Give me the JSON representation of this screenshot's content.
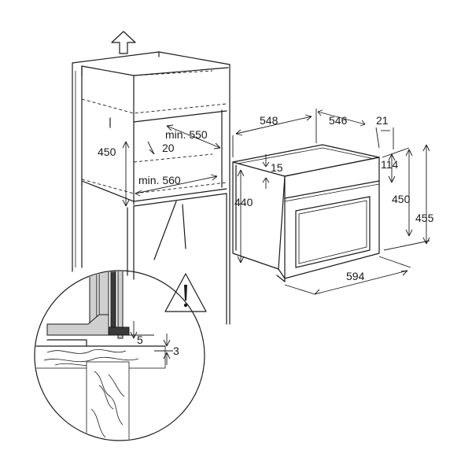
{
  "colors": {
    "line": "#1a1a1a",
    "panel": "#cfcfcf",
    "background": "#ffffff"
  },
  "icons": {
    "up_arrow": "up-arrow-icon",
    "warning": "warning-triangle-icon"
  },
  "cabinet_dimensions": {
    "min_width_top": "min. 550",
    "gap": "20",
    "niche_height": "450",
    "min_width_bottom": "min. 560"
  },
  "oven_dimensions": {
    "depth_total": "548",
    "depth_body": "546",
    "front_offset": "21",
    "top_offset": "15",
    "body_height": "440",
    "panel_top": "114",
    "front_height": "450",
    "total_height": "455",
    "width": "594"
  },
  "detail_dimensions": {
    "gap_a": "5",
    "gap_b": "3"
  }
}
